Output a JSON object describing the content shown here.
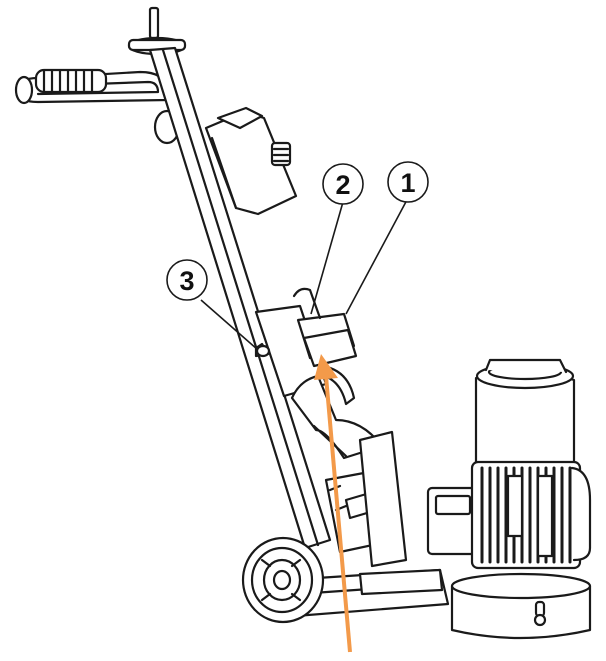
{
  "callouts": [
    {
      "id": "1",
      "label": "1"
    },
    {
      "id": "2",
      "label": "2"
    },
    {
      "id": "3",
      "label": "3"
    }
  ],
  "colors": {
    "outline": "#1a1a1a",
    "fill": "#ffffff",
    "hatch": "#222222",
    "arrow": "#f39a4a"
  },
  "icons": [
    "floor-grinder-illustration",
    "orange-pointer-arrow"
  ]
}
